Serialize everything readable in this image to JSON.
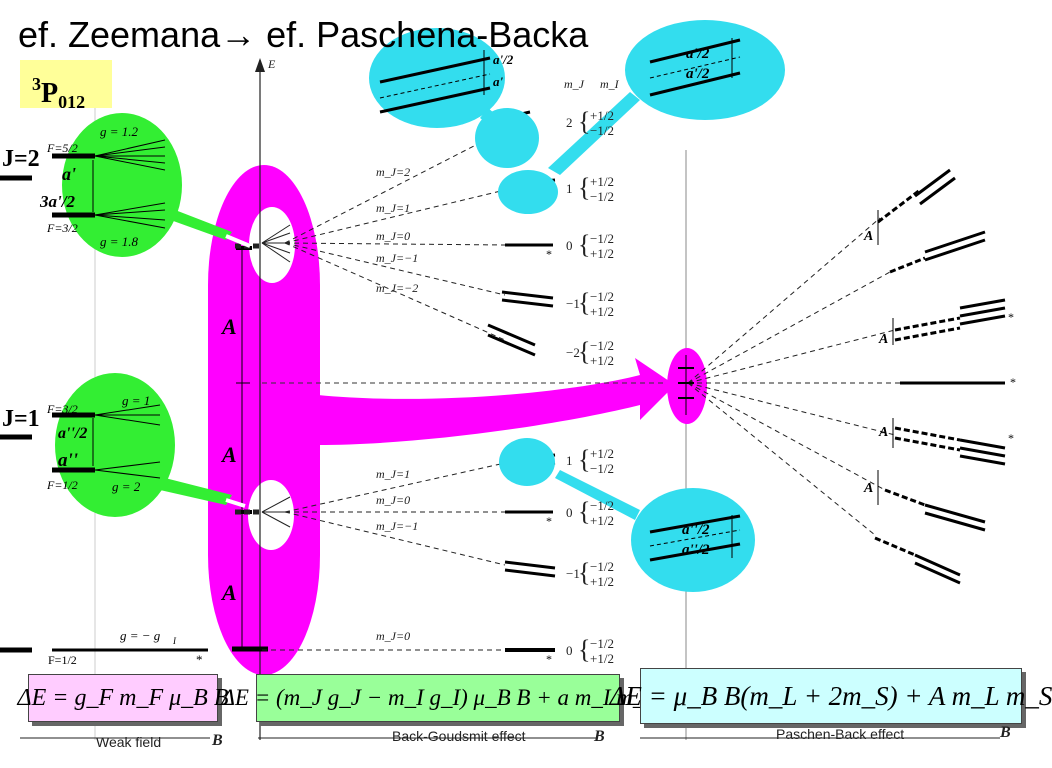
{
  "title": "ef. Zeemana→ ef. Paschena-Backa",
  "term_symbol": {
    "left_sup": "3",
    "main": "P",
    "sub": "012"
  },
  "j_labels": {
    "j2": "J=2",
    "j1": "J=1"
  },
  "green_bubble_top": {
    "g_top": "g = 1.2",
    "f_top": "F=5/2",
    "a_prime": "a'",
    "three_a_half": "3a'/2",
    "f_bottom": "F=3/2",
    "g_bottom": "g = 1.8"
  },
  "green_bubble_mid": {
    "g_top": "g = 1",
    "f_top": "F=3/2",
    "a_half": "a''/2",
    "a_dbl": "a''",
    "f_bottom": "F=1/2",
    "g_bottom": "g = 2"
  },
  "bottom_level": {
    "g": "g = − g",
    "g_sub": "I",
    "f": "F=1/2"
  },
  "a_labels": [
    "A",
    "A",
    "A"
  ],
  "cyan_top_left": {
    "a_half": "a'/2",
    "a_prime": "a'"
  },
  "cyan_top_right": {
    "a1": "a'/2",
    "a2": "a'/2"
  },
  "cyan_bottom_right": {
    "a1": "a''/2",
    "a2": "a''/2"
  },
  "mj_labels_j2": [
    "m_J=2",
    "m_J=1",
    "m_J=0",
    "m_J=−1",
    "m_J=−2"
  ],
  "mj_labels_j1": [
    "m_J=1",
    "m_J=0",
    "m_J=−1"
  ],
  "mj_label_j0": "m_J=0",
  "column_header": {
    "mj": "m_J",
    "mi": "m_I"
  },
  "mj_values_right": [
    "2",
    "1",
    "0",
    "−1",
    "−2",
    "1",
    "0",
    "−1",
    "0"
  ],
  "mi_pairs": [
    [
      "+1/2",
      "−1/2"
    ],
    [
      "+1/2",
      "−1/2"
    ],
    [
      "−1/2",
      "+1/2"
    ],
    [
      "−1/2",
      "+1/2"
    ],
    [
      "−1/2",
      "+1/2"
    ],
    [
      "+1/2",
      "−1/2"
    ],
    [
      "−1/2",
      "+1/2"
    ],
    [
      "−1/2",
      "+1/2"
    ],
    [
      "−1/2",
      "+1/2"
    ]
  ],
  "pb_a_labels": [
    "A",
    "A",
    "A",
    "A"
  ],
  "star": "*",
  "axis_e": "E",
  "formulas": {
    "weak": "ΔE = g_F m_F μ_B B",
    "bg": "ΔE = (m_J g_J − m_I g_I) μ_B B + a m_I m_J",
    "pb": "ΔE = μ_B B(m_L + 2m_S) + A m_L m_S"
  },
  "axis_captions": {
    "weak": "Weak field",
    "bg": "Back-Goudsmit effect",
    "pb": "Paschen-Back effect",
    "b": "B"
  },
  "colors": {
    "green": "#33ee33",
    "magenta": "#ff00ff",
    "cyan": "#33ddee",
    "yellow": "#ffff99"
  }
}
